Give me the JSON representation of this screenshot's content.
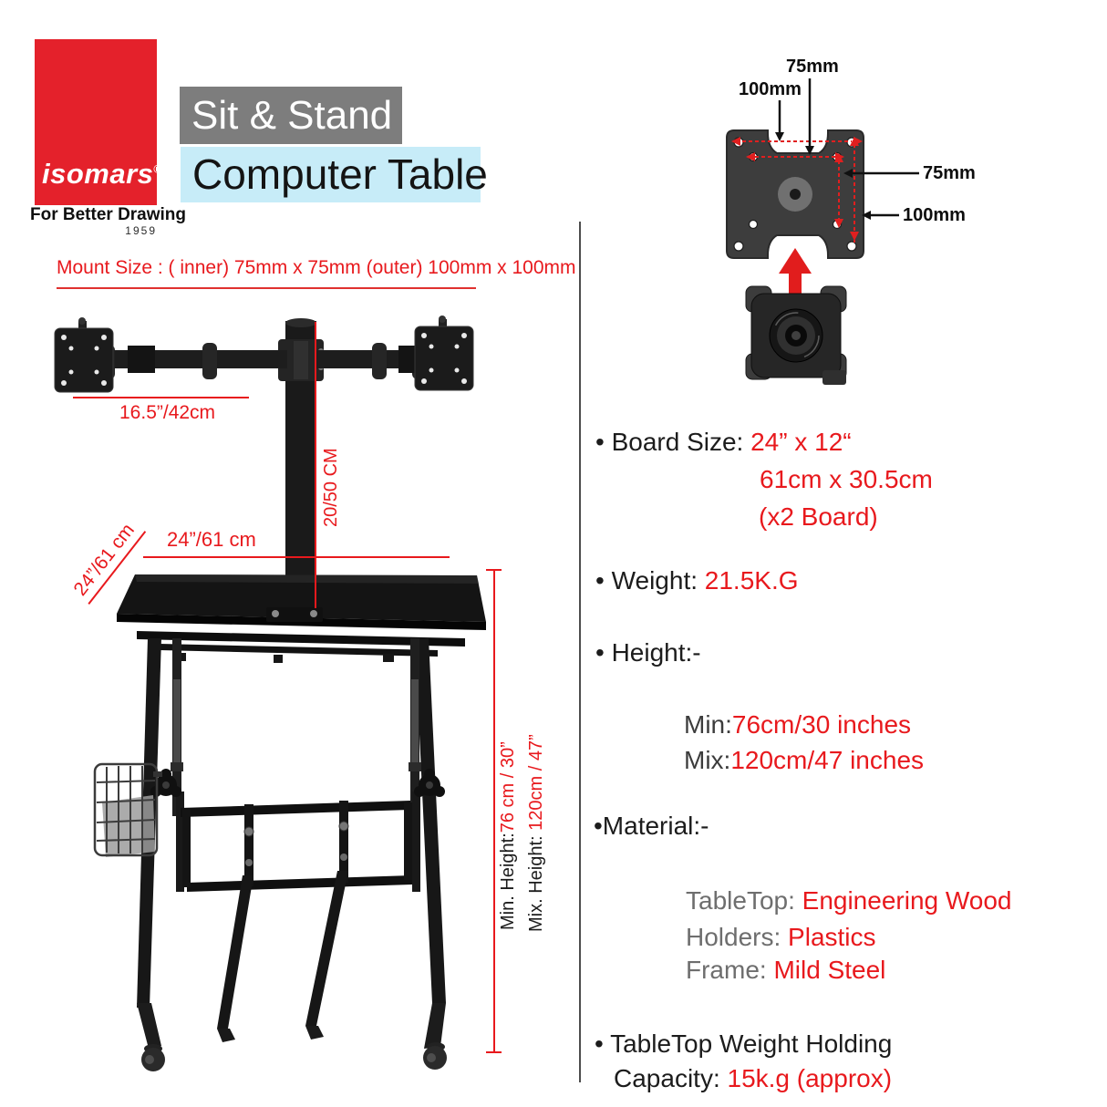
{
  "brand": {
    "logo_text": "isomars",
    "registered_mark": "®",
    "tagline": "For Better Drawing",
    "year": "1959"
  },
  "title": {
    "line1": "Sit & Stand",
    "line2": "Computer Table"
  },
  "mount_size_note": "Mount Size : ( inner) 75mm x 75mm (outer) 100mm x 100mm",
  "mount_diagram": {
    "labels": {
      "top_inner": "75mm",
      "top_outer": "100mm",
      "right_inner": "75mm",
      "right_outer": "100mm"
    }
  },
  "product_annotations": {
    "arm_reach": "16.5”/42cm",
    "pole_height": "20/50 CM",
    "table_width": "24”/61 cm",
    "table_depth": "24”/61 cm",
    "min_height_label": "Min. Height:",
    "min_height_value": "76 cm / 30”",
    "max_height_label": "Mix. Height: ",
    "max_height_value": "120cm / 47”"
  },
  "specs": {
    "board_size": {
      "label": "• Board Size: ",
      "value_line1": "24” x 12“",
      "value_line2": "61cm x 30.5cm",
      "value_line3": "(x2 Board)"
    },
    "weight": {
      "label": "• Weight: ",
      "value": "21.5K.G"
    },
    "height": {
      "label": "• Height:-",
      "min_label": "Min:",
      "min_value": "76cm/30 inches",
      "max_label": "Mix:",
      "max_value": "120cm/47 inches"
    },
    "material": {
      "label": "•Material:-",
      "rows": [
        {
          "k": "TableTop: ",
          "v": "Engineering Wood"
        },
        {
          "k": "Holders: ",
          "v": "Plastics"
        },
        {
          "k": "Frame: ",
          "v": "Mild Steel"
        }
      ]
    },
    "capacity": {
      "label_line1": "• TableTop Weight Holding",
      "label_line2": "Capacity: ",
      "value": "15k.g (approx)"
    }
  },
  "colors": {
    "brand_red": "#e4212b",
    "accent_red": "#e8191d",
    "banner_gray": "#7d7d7d",
    "banner_blue": "#c7ecf8",
    "text_black": "#1c1c1c",
    "text_gray": "#6e6e6e"
  }
}
